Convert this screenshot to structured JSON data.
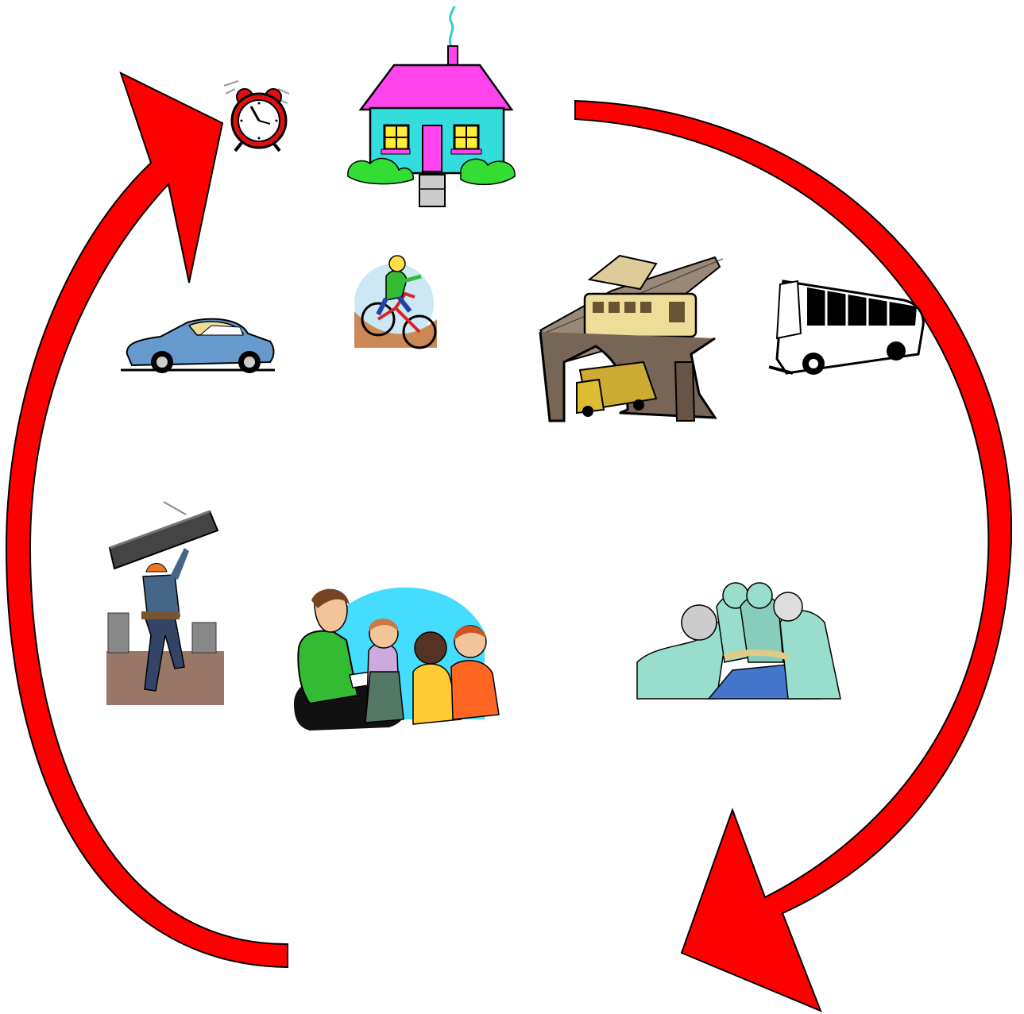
{
  "diagram": {
    "type": "cycle",
    "colors": {
      "arrow_fill": "#ff0000",
      "arrow_stroke": "#000000",
      "background": "#ffffff"
    },
    "arrows": [
      {
        "id": "cycle-arrow-right",
        "direction": "clockwise",
        "from": "home",
        "to": "bottom-right"
      },
      {
        "id": "cycle-arrow-left",
        "direction": "clockwise",
        "from": "bottom-left",
        "to": "alarm-clock"
      }
    ],
    "illustrations": [
      {
        "id": "alarm-clock",
        "icon": "alarm-clock-icon"
      },
      {
        "id": "house",
        "icon": "house-icon"
      },
      {
        "id": "car",
        "icon": "car-icon"
      },
      {
        "id": "bicycle",
        "icon": "cyclist-icon"
      },
      {
        "id": "elevated-train",
        "icon": "elevated-train-icon"
      },
      {
        "id": "bus",
        "icon": "bus-icon"
      },
      {
        "id": "construction-worker",
        "icon": "construction-worker-icon"
      },
      {
        "id": "teacher-children",
        "icon": "teacher-with-children-icon"
      },
      {
        "id": "surgeons",
        "icon": "surgeons-icon"
      }
    ]
  }
}
